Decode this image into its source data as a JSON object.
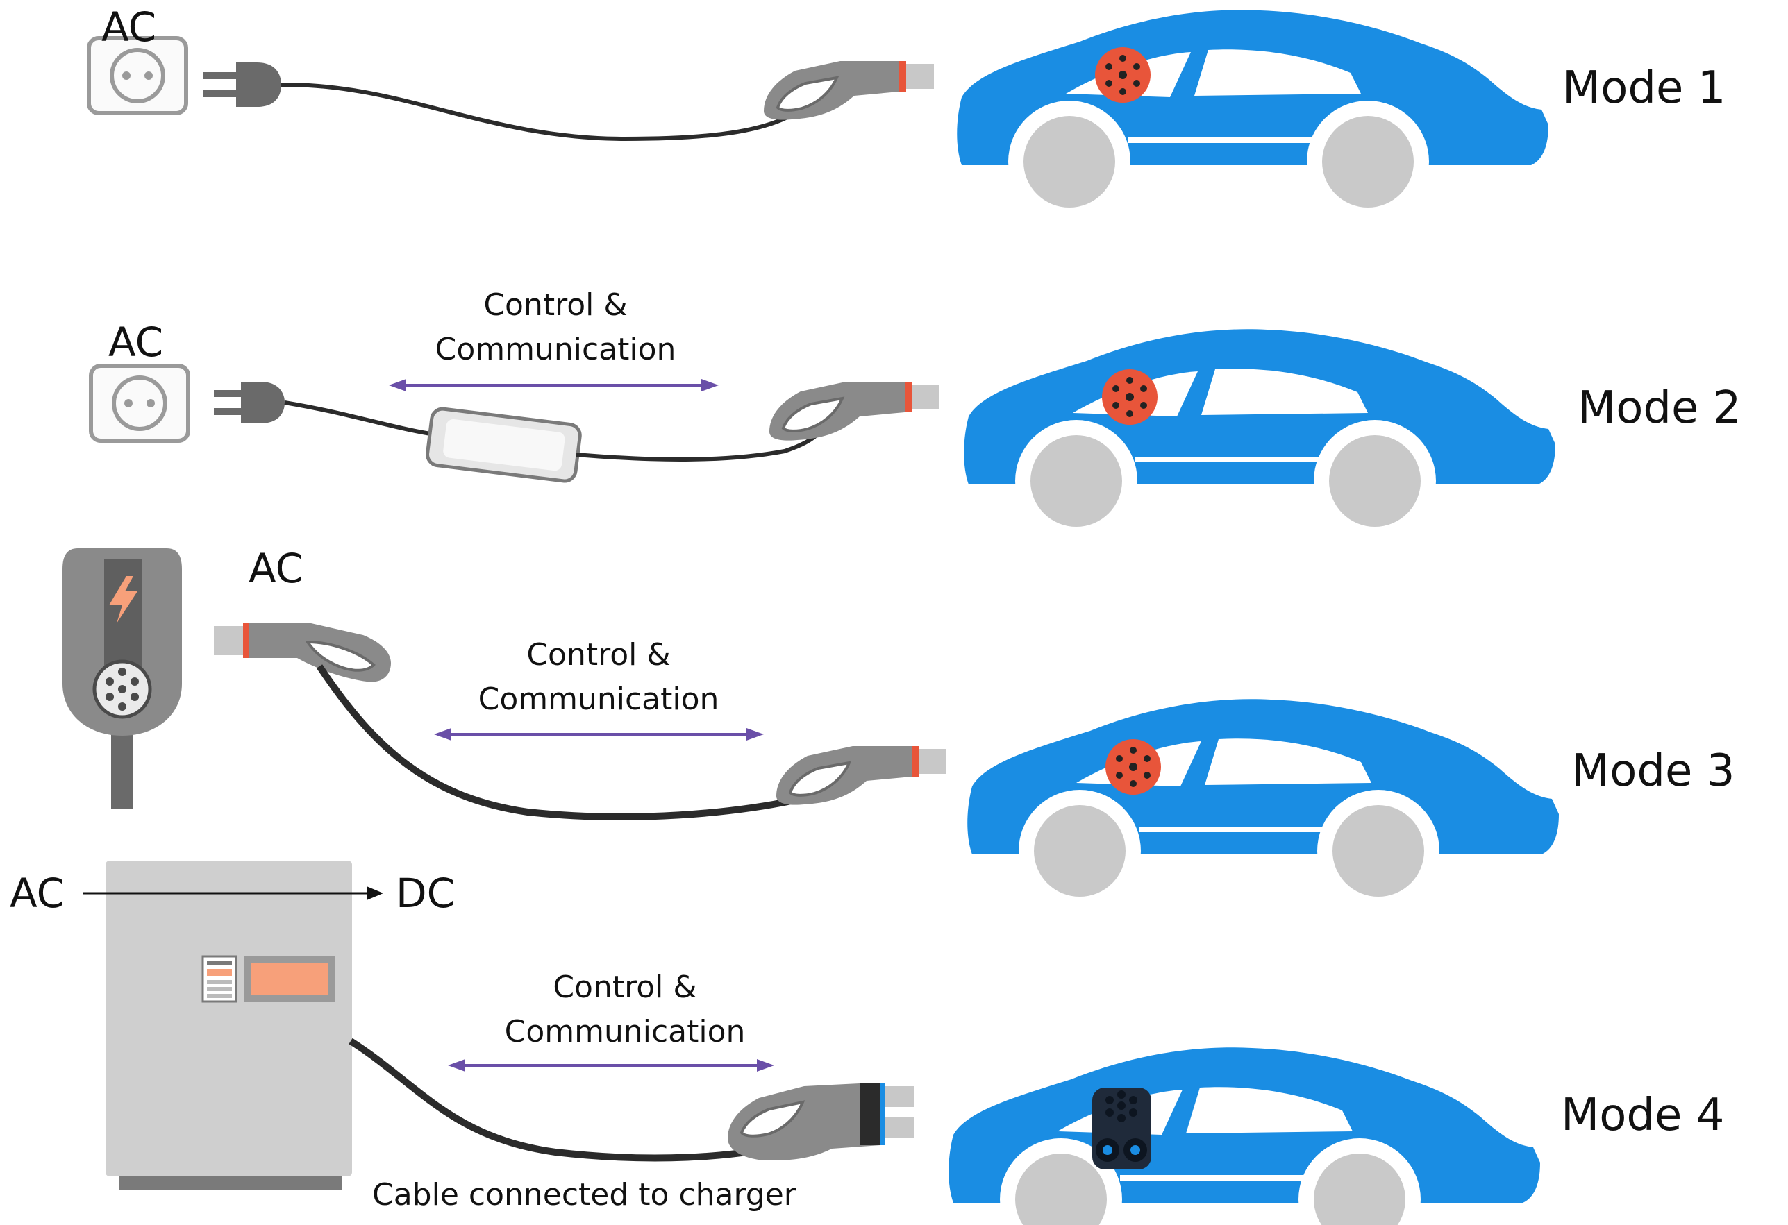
{
  "colors": {
    "car": "#1a8de3",
    "inlet_red": "#e8553a",
    "inlet_dark": "#1f2a3a",
    "wheel": "#c9c9c9",
    "connector": "#8a8a8a",
    "connector_dark": "#6a6a6a",
    "cable": "#2b2b2b",
    "arrow": "#6a4fa8",
    "socket_face": "#f4f4f4",
    "charger_body": "#cfcfcf",
    "charger_screen": "#f7a07a",
    "bolt": "#f7a07a"
  },
  "modes": [
    {
      "label": "Mode 1",
      "source": "wall socket",
      "supply_label": "AC"
    },
    {
      "label": "Mode 2",
      "source": "wall socket with in-cable control box",
      "supply_label": "AC",
      "annotation": [
        "Control &",
        "Communication"
      ]
    },
    {
      "label": "Mode 3",
      "source": "wallbox",
      "supply_label": "AC",
      "annotation": [
        "Control &",
        "Communication"
      ]
    },
    {
      "label": "Mode 4",
      "source": "DC charging station",
      "conversion": {
        "from": "AC",
        "to": "DC"
      },
      "annotation": [
        "Control &",
        "Communication"
      ],
      "caption": "Cable connected to charger"
    }
  ]
}
